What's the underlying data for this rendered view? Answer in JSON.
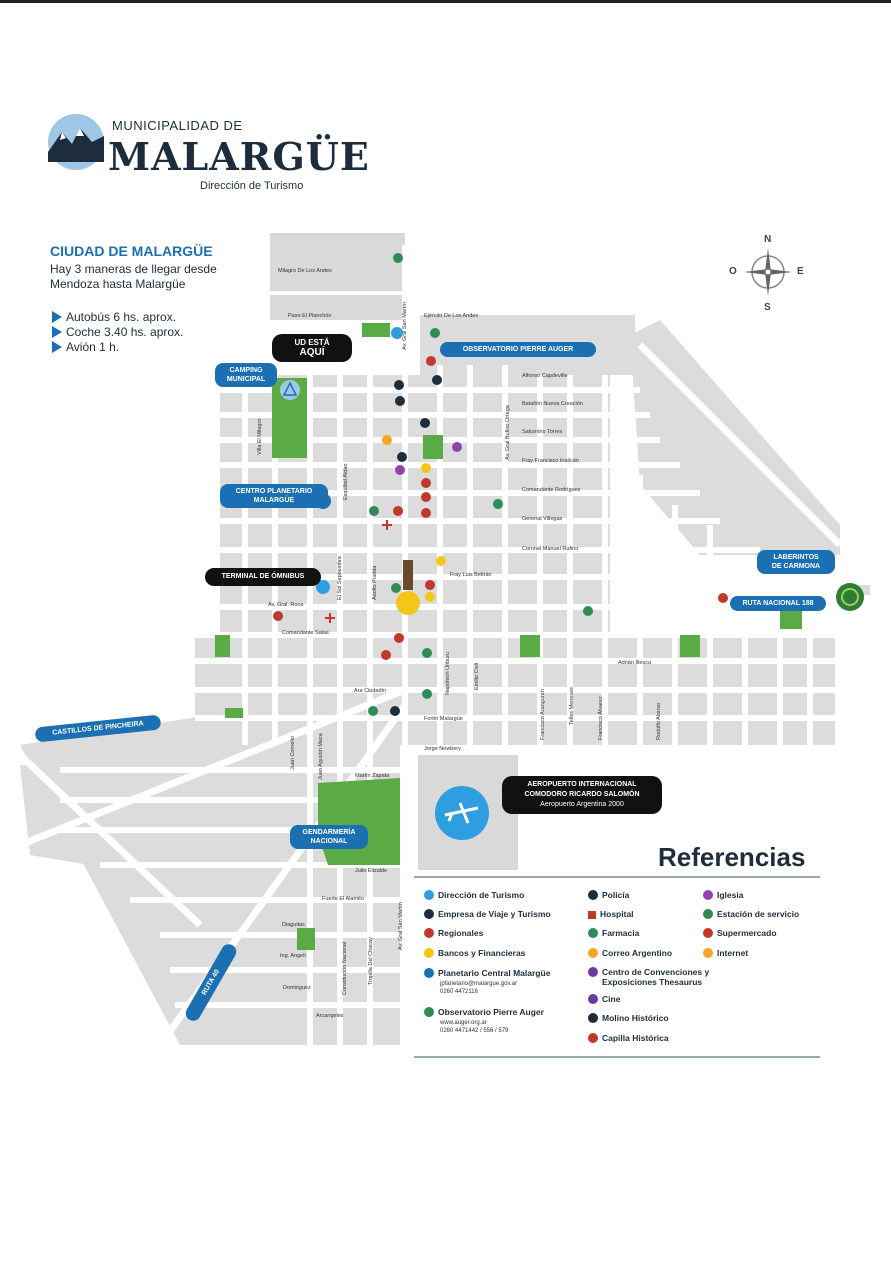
{
  "header": {
    "logo_top": "MUNICIPALIDAD DE",
    "logo_main": "MALARGÜE",
    "logo_sub": "Dirección de Turismo"
  },
  "intro": {
    "title": "CIUDAD DE MALARGÜE",
    "line1": "Hay 3 maneras de llegar desde",
    "line2": "Mendoza hasta Malargüe",
    "travel": [
      "Autobús 6 hs. aprox.",
      "Coche 3.40 hs. aprox.",
      "Avión 1 h."
    ]
  },
  "compass": {
    "n": "N",
    "s": "S",
    "e": "E",
    "o": "O"
  },
  "labels": {
    "ud_esta_1": "UD ESTÁ",
    "ud_esta_2": "AQUÍ",
    "observatorio": "OBSERVATORIO PIERRE AUGER",
    "camping_1": "CAMPING",
    "camping_2": "MUNICIPAL",
    "planetario_1": "CENTRO PLANETARIO",
    "planetario_2": "MALARGÜE",
    "terminal": "TERMINAL DE ÓMNIBUS",
    "laberintos_1": "LABERINTOS",
    "laberintos_2": "DE CARMONA",
    "ruta": "RUTA NACIONAL 188",
    "castillos": "CASTILLOS DE PINCHEIRA",
    "gendarmeria_1": "GENDARMERÍA",
    "gendarmeria_2": "NACIONAL",
    "aeropuerto_1": "AEROPUERTO INTERNACIONAL",
    "aeropuerto_2": "COMODORO RICARDO SALOMÓN",
    "aeropuerto_3": "Aeropuerto Argentina 2000",
    "ruta40": "RUTA 40"
  },
  "streets": {
    "h": [
      "Milagro De Los Andes",
      "Paso El Planchón",
      "Ejército De Los Andes",
      "Alfonso Capdeville",
      "Batallón Nueva Creación",
      "Saturnino Torres",
      "Fray Francisco Inalicán",
      "Comandante Rodríguez",
      "General Villegas",
      "Coronel Manuel Rufino",
      "Fray Luis Beltrán",
      "Av. Gral. Roca",
      "Comandante Salas",
      "Adrián Illesca",
      "Ara Ciudadín",
      "Fortín Malargüe",
      "Jorge Newbery",
      "Martín Zapata",
      "Julio Elizalde",
      "Fuerte El Alamito",
      "Diaguitas",
      "Ing. Angeli",
      "Dominguez",
      "Arcangeles"
    ],
    "v": [
      "Av. Gral San Martín",
      "Av. Gral Bufino Ortega",
      "Villa El Milagro",
      "Esquibel Aldao",
      "El Sol Septiembre",
      "Adolfo Puebla",
      "Napoleon Uriburu",
      "Emilio Civit",
      "Francisco Aranguren",
      "Telles Meneses",
      "Francisco Álvarez",
      "Rodolfo Alonso",
      "Juan Cornelio",
      "Juan Agustín Maza",
      "Constitución Nacional",
      "Tropilla Del Chacay",
      "Av. Gral San Martín"
    ]
  },
  "references": {
    "title": "Referencias",
    "col1": [
      "Dirección de Turismo",
      "Empresa de Viaje y Turismo",
      "Regionales",
      "Bancos y Financieras",
      "Planetario Central Malargüe",
      "Observatorio Pierre Auger"
    ],
    "planetario_email": "jpfanetario@malargue.gov.ar",
    "planetario_phone": "0260 4472116",
    "auger_web": "www.auger.org.ar",
    "auger_phone": "0260 4471442 / 556 / 579",
    "col2": [
      "Policía",
      "Hospital",
      "Farmacia",
      "Correo Argentino",
      "Centro de Convenciones y",
      "Exposiciones Thesaurus",
      "Cine",
      "Molino Histórico",
      "Capilla Histórica"
    ],
    "col3": [
      "Iglesia",
      "Estación de servicio",
      "Supermercado",
      "Internet"
    ]
  },
  "colors": {
    "brand_blue": "#1b6fb3",
    "block_grey": "#d9d9d9",
    "park_green": "#5aab46",
    "dark": "#1d2d3d"
  }
}
